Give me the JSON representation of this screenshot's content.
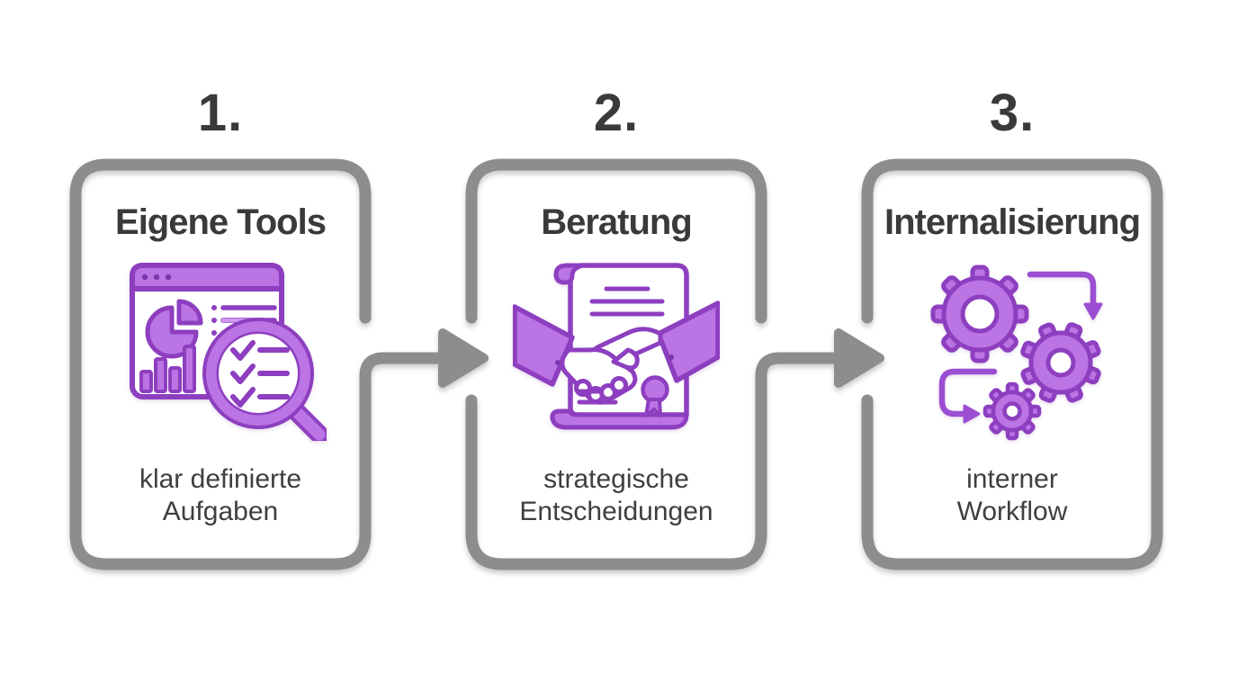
{
  "colors": {
    "background": "#ffffff",
    "card_border_gray": "#8d8d8d",
    "icon_purple_fill": "#ba74e3",
    "icon_purple_fill_light": "#cf97f2",
    "icon_purple_stroke": "#8d3fc0",
    "icon_purple_arrow": "#9b4ed2",
    "heading_text": "#3a3a3a",
    "caption_text": "#3f3f3f"
  },
  "steps": [
    {
      "number": "1.",
      "title": "Eigene Tools",
      "caption": [
        "klar definierte",
        "Aufgaben"
      ],
      "icon": "analytics-dashboard-magnifier-icon"
    },
    {
      "number": "2.",
      "title": "Beratung",
      "caption": [
        "strategische",
        "Entscheidungen"
      ],
      "icon": "contract-handshake-icon"
    },
    {
      "number": "3.",
      "title": "Internalisierung",
      "caption": [
        "interner",
        "Workflow"
      ],
      "icon": "gears-workflow-icon"
    }
  ],
  "connectors": [
    {
      "from": "1.",
      "to": "2.",
      "type": "arrow-right"
    },
    {
      "from": "2.",
      "to": "3.",
      "type": "arrow-right"
    }
  ]
}
